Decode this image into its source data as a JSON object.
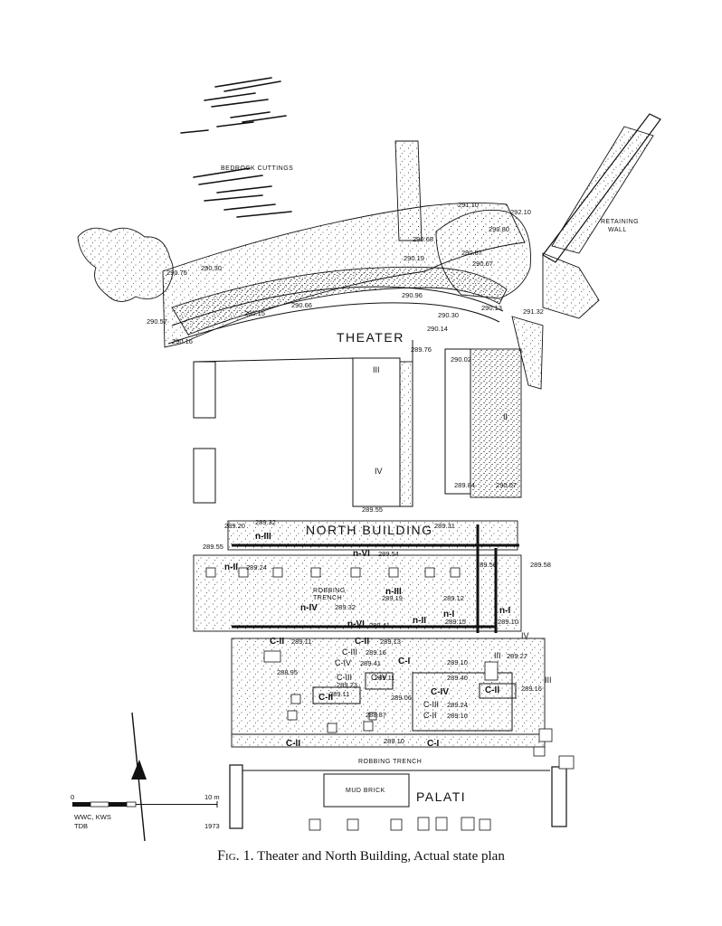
{
  "labels": {
    "bedrock": "BEDROCK CUTTINGS",
    "retaining_wall_1": "RETAINING",
    "retaining_wall_2": "WALL",
    "theater": "THEATER",
    "north_building": "NORTH BUILDING",
    "robbing_trench_1": "ROBBING",
    "robbing_trench_2": "TRENCH",
    "robbing_trench_bottom": "ROBBING TRENCH",
    "mud_brick": "MUD BRICK",
    "palati": "PALATI"
  },
  "zones": {
    "theater_iii": "III",
    "theater_iv": "IV",
    "theater_ii": "II",
    "n_iii_top": "n-III",
    "n_vi": "n-VI",
    "n_ii_left": "n-II",
    "n_iii_mid": "n-III",
    "n_iv": "n-IV",
    "n_vi_small": "n-VI",
    "n_ii_right": "n-II",
    "n_i": "n-I",
    "n_i_right": "n-I",
    "iv_right": "IV",
    "c_ii_a": "C-II",
    "c_ii_b": "C-II",
    "c_iii_a": "C-III",
    "c_iv_a": "C-IV",
    "c_i_a": "C-I",
    "c_iii_b": "C-III",
    "c_iv_b": "C-IV",
    "c_ii_c": "C-II",
    "c_iv_c": "C-IV",
    "c_ii_d": "C-II",
    "c_iii_c": "C-III",
    "c_ii_e": "C-II",
    "c_ii_f": "C-II",
    "c_i_b": "C-I",
    "iii_a": "III",
    "iii_b": "III"
  },
  "elevations": {
    "e291_10": "291.10",
    "e292_10": "292.10",
    "e290_80": "290.80",
    "e290_68": "290.68",
    "e290_19": "290.19",
    "e290_87": "290.87",
    "e290_67": "290.67",
    "e290_75": "290.75",
    "e290_30a": "290.30",
    "e290_57": "290.57",
    "e290_16": "290.16",
    "e290_15": "290.15",
    "e290_66": "290.66",
    "e290_96": "290.96",
    "e290_13": "290.13",
    "e291_32": "291.32",
    "e290_30b": "290.30",
    "e290_14": "290.14",
    "e289_76": "289.76",
    "e290_02": "290.02",
    "e289_84": "289.84",
    "e290_07": "290.07",
    "e289_55a": "289.55",
    "e289_20": "289.20",
    "e289_32a": "289.32",
    "e289_31": "289.31",
    "e289_55b": "289.55",
    "e289_54": "289.54",
    "e289_24a": "289.24",
    "e289_56": "289.56",
    "e289_58": "289.58",
    "e289_19": "289.19",
    "e289_32b": "289.32",
    "e289_12": "289.12",
    "e289_15": "289.15",
    "e289_10a": "289.10",
    "e289_41a": "289.41",
    "e289_11a": "289.11",
    "e289_13": "289.13",
    "e289_16a": "289.16",
    "e289_41b": "289.41",
    "e289_27": "289.27",
    "e289_10b": "289.10",
    "e288_95": "288.95",
    "e289_23": "289.23",
    "e289_11b": "289.11",
    "e289_40": "289.40",
    "e289_16b": "289.16",
    "e289_11c": "289.11",
    "e289_06": "289.06",
    "e289_24b": "289.24",
    "e289_16c": "289.16",
    "e288_87": "288.87",
    "e289_10c": "289.10"
  },
  "scale": {
    "zero": "0",
    "ten": "10 m",
    "authors_1": "WWC, KWS",
    "authors_2": "TDB",
    "year": "1973"
  },
  "caption": {
    "prefix": "Fig. 1.",
    "text": "Theater and North Building, Actual state plan"
  }
}
